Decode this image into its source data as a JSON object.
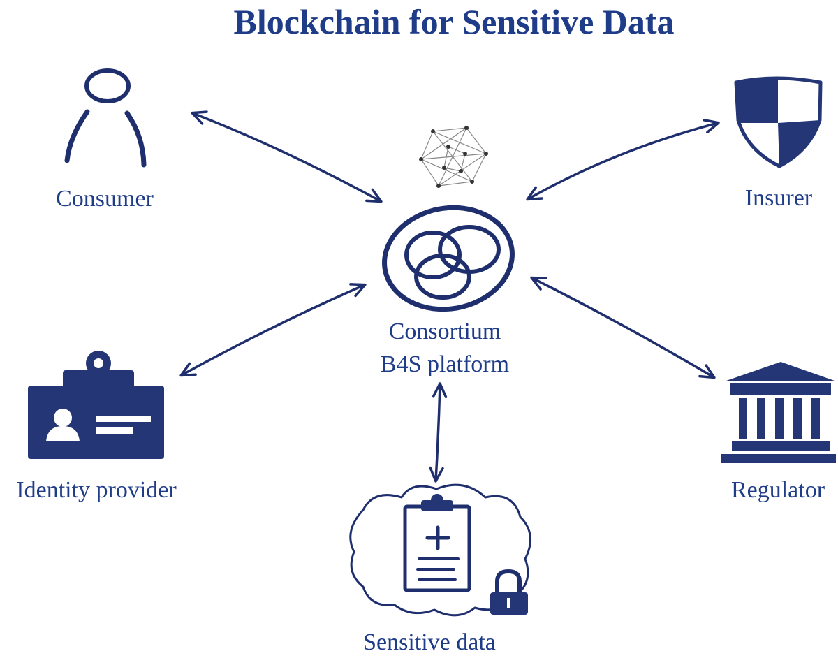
{
  "title": "Blockchain for Sensitive Data",
  "nodes": {
    "consumer": {
      "label": "Consumer",
      "icon": "person-icon"
    },
    "insurer": {
      "label": "Insurer",
      "icon": "shield-icon"
    },
    "platform": {
      "label_line1": "Consortium",
      "label_line2": "B4S platform",
      "icon": "interlocking-rings-icon"
    },
    "identity_provider": {
      "label": "Identity provider",
      "icon": "id-badge-icon"
    },
    "regulator": {
      "label": "Regulator",
      "icon": "government-building-icon"
    },
    "sensitive_data": {
      "label": "Sensitive data",
      "icon": "locked-medical-record-icon"
    }
  },
  "decoration": {
    "network_icon": "blockchain-network-icon"
  },
  "colors": {
    "text": "#1f3c88",
    "icon": "#253676",
    "stroke": "#1f2f6e",
    "network": "#888888"
  }
}
